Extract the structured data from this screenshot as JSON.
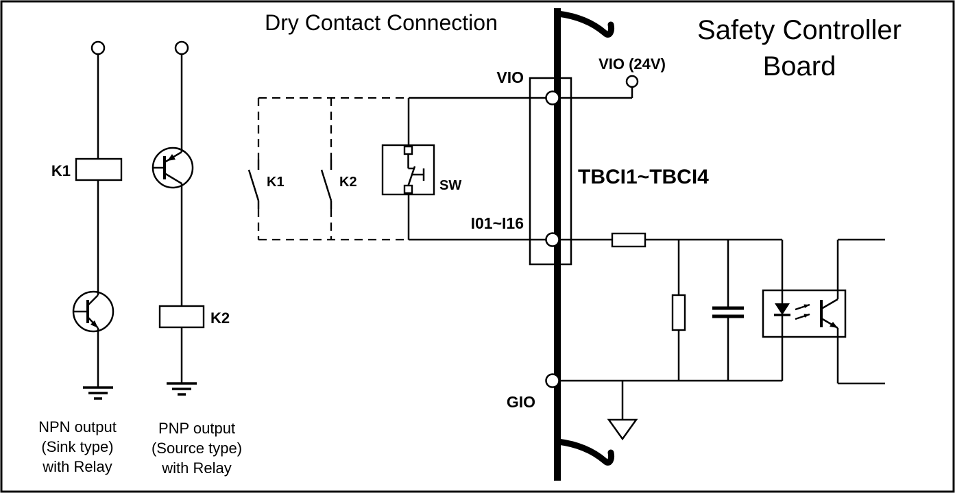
{
  "diagram": {
    "title": "Dry Contact Connection",
    "board_title_line1": "Safety Controller",
    "board_title_line2": "Board"
  },
  "left_examples": {
    "npn": {
      "relay": "K1",
      "caption": [
        "NPN output",
        "(Sink type)",
        "with Relay"
      ]
    },
    "pnp": {
      "relay": "K2",
      "caption": [
        "PNP output",
        "(Source type)",
        "with Relay"
      ]
    }
  },
  "contacts": {
    "k1": "K1",
    "k2": "K2",
    "sw": "SW"
  },
  "board": {
    "vio": "VIO",
    "vio_24v": "VIO (24V)",
    "tbci": "TBCI1~TBCI4",
    "inputs": "I01~I16",
    "gio": "GIO"
  },
  "colors": {
    "line": "#000000",
    "background": "#ffffff"
  }
}
